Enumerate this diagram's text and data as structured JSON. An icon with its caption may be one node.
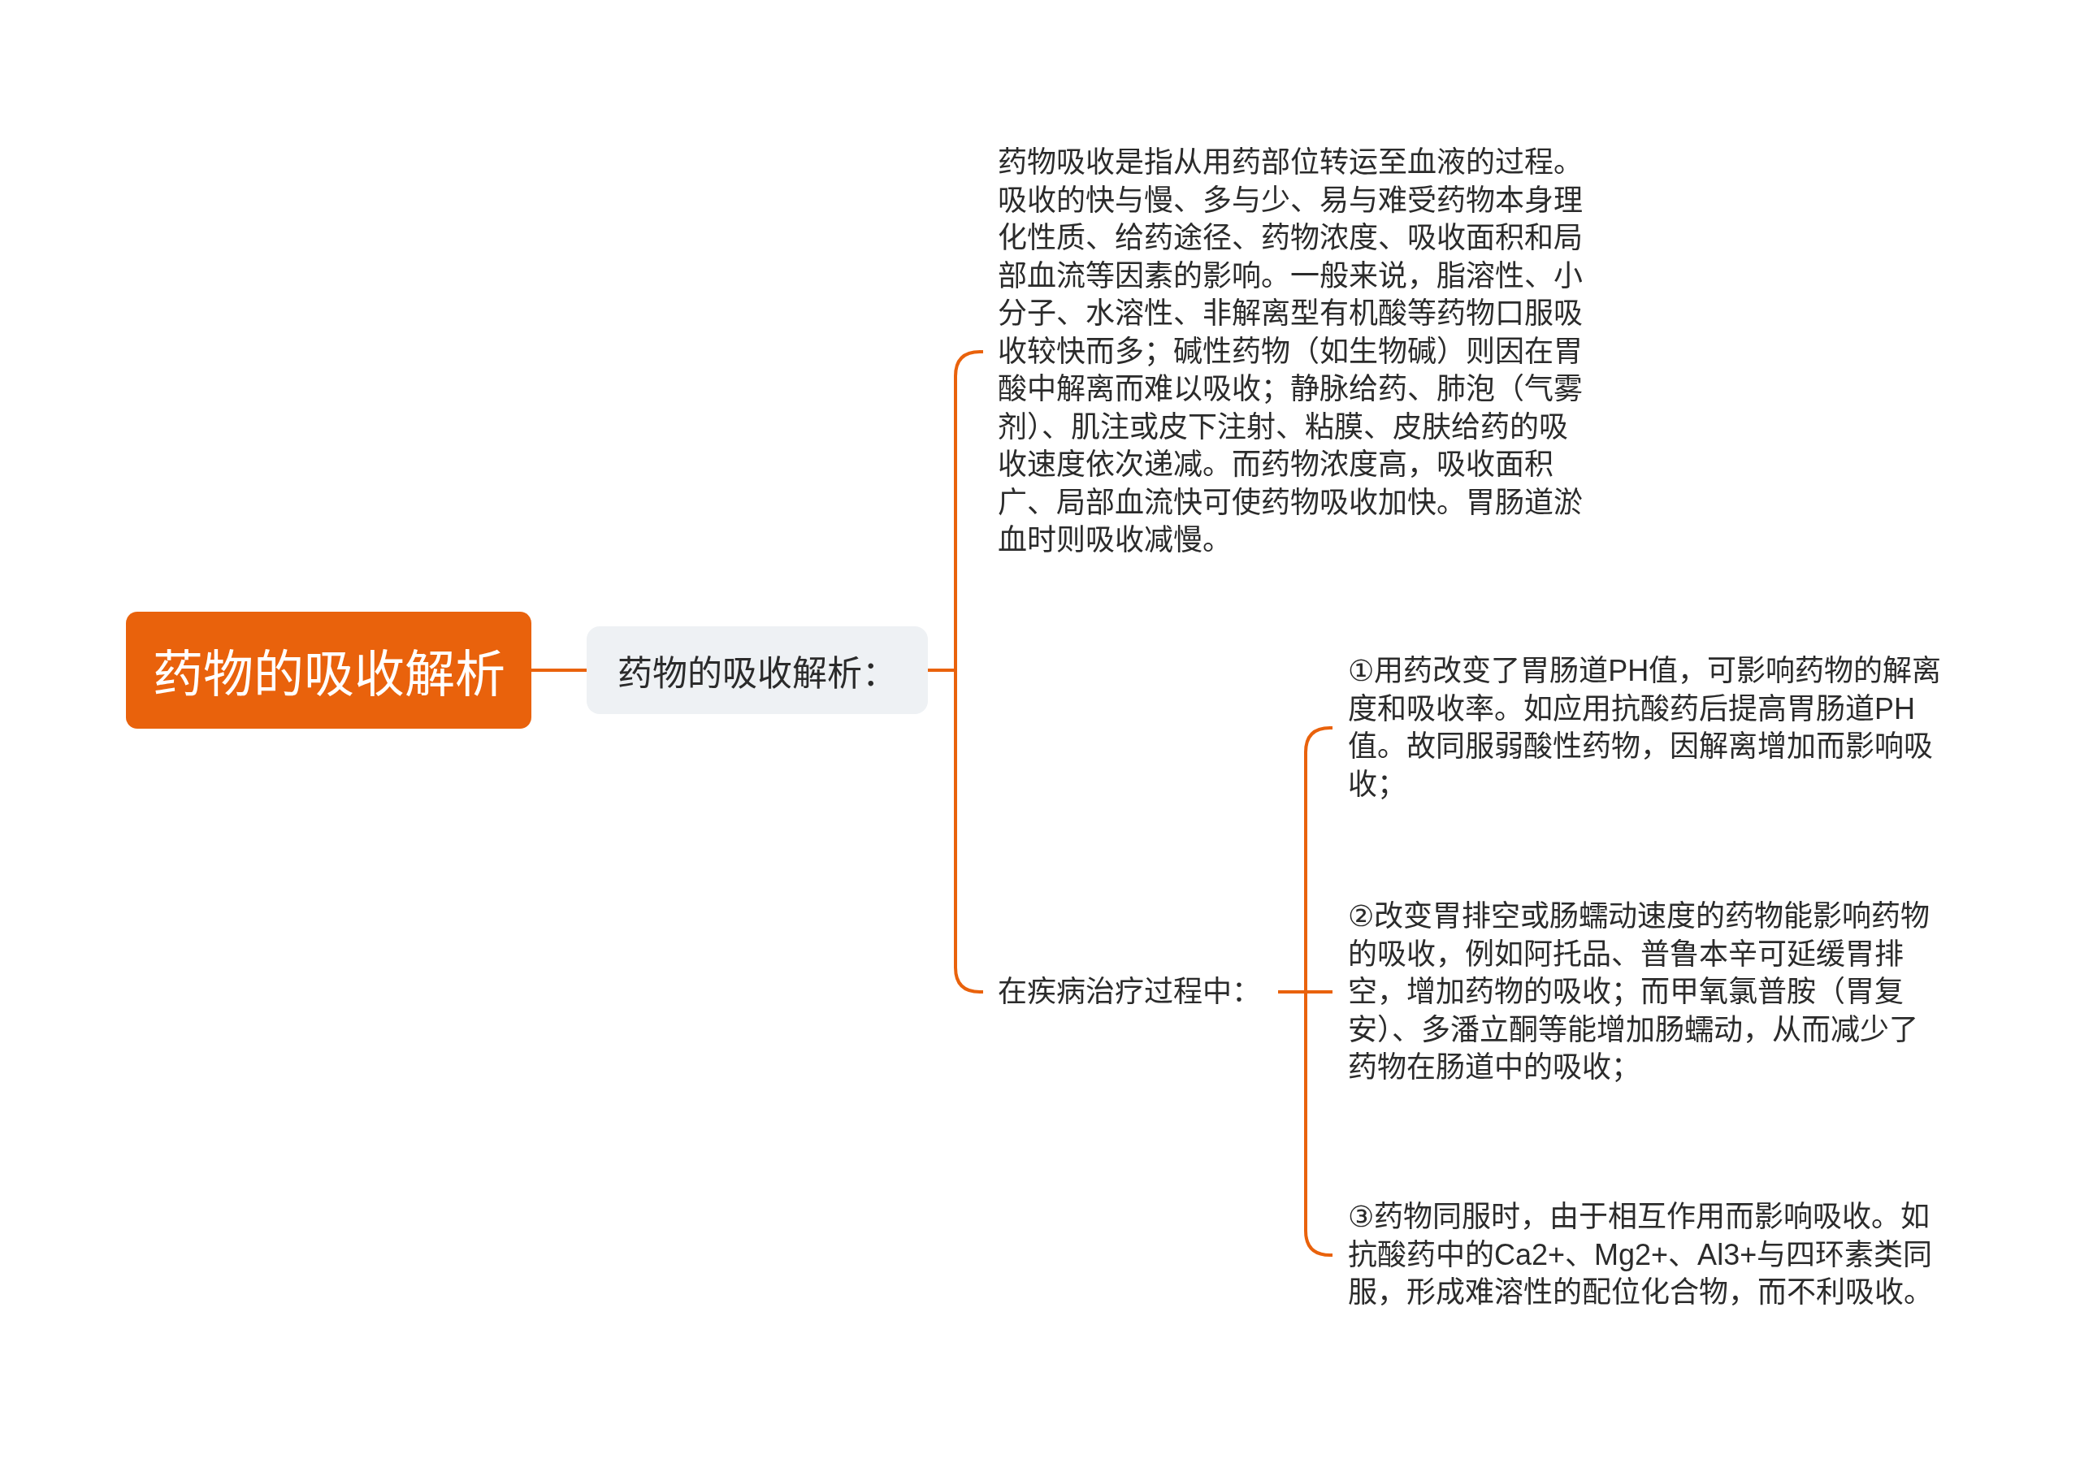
{
  "diagram": {
    "nodes": [
      {
        "text": [
          "药物的吸收解析"
        ]
      },
      {
        "text": [
          "药物的吸收解析："
        ]
      },
      {
        "text": [
          "药物吸收是指从用药部位转运至血液的过程。吸收的快与慢、多与少、易与难受药物本身理化性质、给药途径、药物浓度、吸收面积和局部血流等因素的影响。一般来说，脂溶性、小分子、水溶性、非解离型有机酸等药物口服吸收较快而多；碱性药物（如生物碱）则因在胃酸中解离而难以吸收；静脉给药、肺泡（气雾剂）、肌注或皮下注射、粘膜、皮肤给药的吸收速度依次递减。而药物浓度高，吸收面积广、局部血流快可使药物吸收加快。胃肠道淤血时则吸收减慢。"
        ]
      },
      {
        "text": [
          "在疾病治疗过程中："
        ]
      },
      {
        "text": [
          "①用药改变了胃肠道PH值，可影响药物的解离度和吸收率。如应用抗酸药后提高胃肠道PH值。故同服弱酸性药物，因解离增加而影响吸收；"
        ]
      },
      {
        "text": [
          "②改变胃排空或肠蠕动速度的药物能影响药物的吸收，例如阿托品、普鲁本辛可延缓胃排空，增加药物的吸收；而甲氧氯普胺（胃复安）、多潘立酮等能增加肠蠕动，从而减少了药物在肠道中的吸收；"
        ]
      },
      {
        "text": [
          "③药物同服时，由于相互作用而影响吸收。如抗酸药中的Ca2+、Mg2+、Al3+与四环素类同服，形成难溶性的配位化合物，而不利吸收。"
        ]
      }
    ],
    "edges": [
      {
        "from": 0,
        "to": 1,
        "arrow": "none"
      },
      {
        "from": 1,
        "to": 2,
        "arrow": "none"
      },
      {
        "from": 1,
        "to": 3,
        "arrow": "none"
      },
      {
        "from": 3,
        "to": 4,
        "arrow": "none"
      },
      {
        "from": 3,
        "to": 5,
        "arrow": "none"
      },
      {
        "from": 3,
        "to": 6,
        "arrow": "none"
      }
    ]
  }
}
